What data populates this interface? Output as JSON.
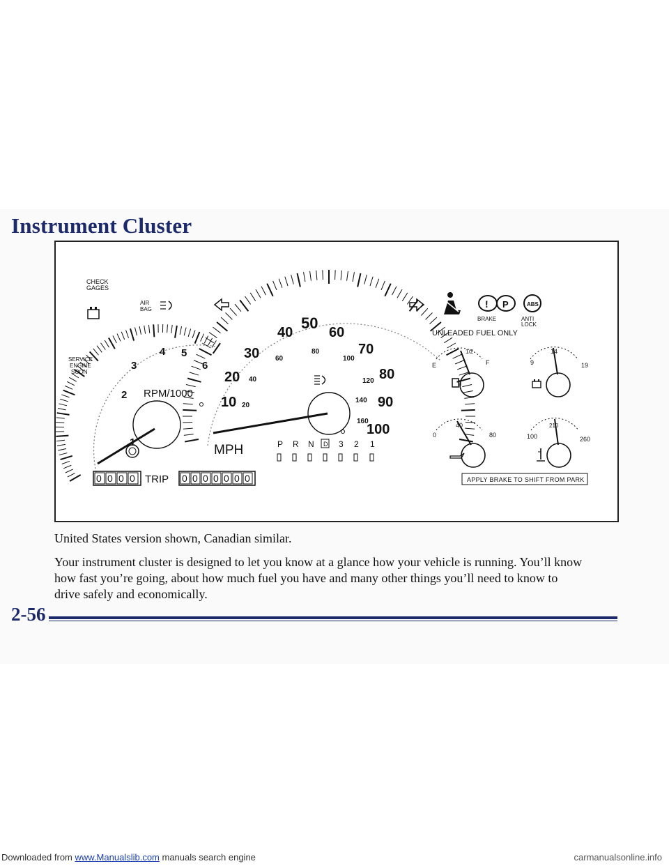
{
  "header": {
    "title": "Instrument Cluster"
  },
  "cluster": {
    "check_gages": [
      "CHECK",
      "GAGES"
    ],
    "air_bag": [
      "AIR",
      "BAG"
    ],
    "service_engine_soon": [
      "SERVICE",
      "ENGINE",
      "SOON"
    ],
    "tach_label": "RPM/1000",
    "tach_ticks": [
      "1",
      "2",
      "3",
      "4",
      "5",
      "6"
    ],
    "speed_mph": [
      "10",
      "20",
      "30",
      "40",
      "50",
      "60",
      "70",
      "80",
      "90",
      "100"
    ],
    "speed_kmh": [
      "20",
      "40",
      "60",
      "80",
      "100",
      "120",
      "140",
      "160"
    ],
    "mph_label": "MPH",
    "prndl": [
      "P",
      "R",
      "N",
      "D",
      "3",
      "2",
      "1"
    ],
    "brake_label": "BRAKE",
    "anti_lock": [
      "ANTI",
      "LOCK"
    ],
    "abs_badge": "ABS",
    "unleaded": "UNLEADED FUEL ONLY",
    "fuel_gauge": {
      "empty": "E",
      "half": "1/2",
      "full": "F"
    },
    "volt_gauge": {
      "low": "9",
      "mid": "14",
      "high": "19"
    },
    "oil_gauge": {
      "low": "0",
      "mid": "40",
      "high": "80"
    },
    "temp_gauge": {
      "low": "100",
      "mid": "210",
      "high": "260"
    },
    "trip_digits": [
      "0",
      "0",
      "0",
      "0"
    ],
    "trip_label": "TRIP",
    "odometer_digits": [
      "0",
      "0",
      "0",
      "0",
      "0",
      "0",
      "0"
    ],
    "park_notice": "APPLY BRAKE TO SHIFT FROM PARK"
  },
  "caption": "United States version shown, Canadian similar.",
  "body": "Your instrument cluster is designed to let you know at a glance how your vehicle is running. You’ll know how fast you’re going, about how much fuel you have and many other things you’ll need to know to drive safely and economically.",
  "page_number": "2-56",
  "footer": {
    "prefix": "Downloaded from ",
    "link": "www.Manualslib.com",
    "suffix": " manuals search engine",
    "watermark": "carmanualsonline.info"
  }
}
